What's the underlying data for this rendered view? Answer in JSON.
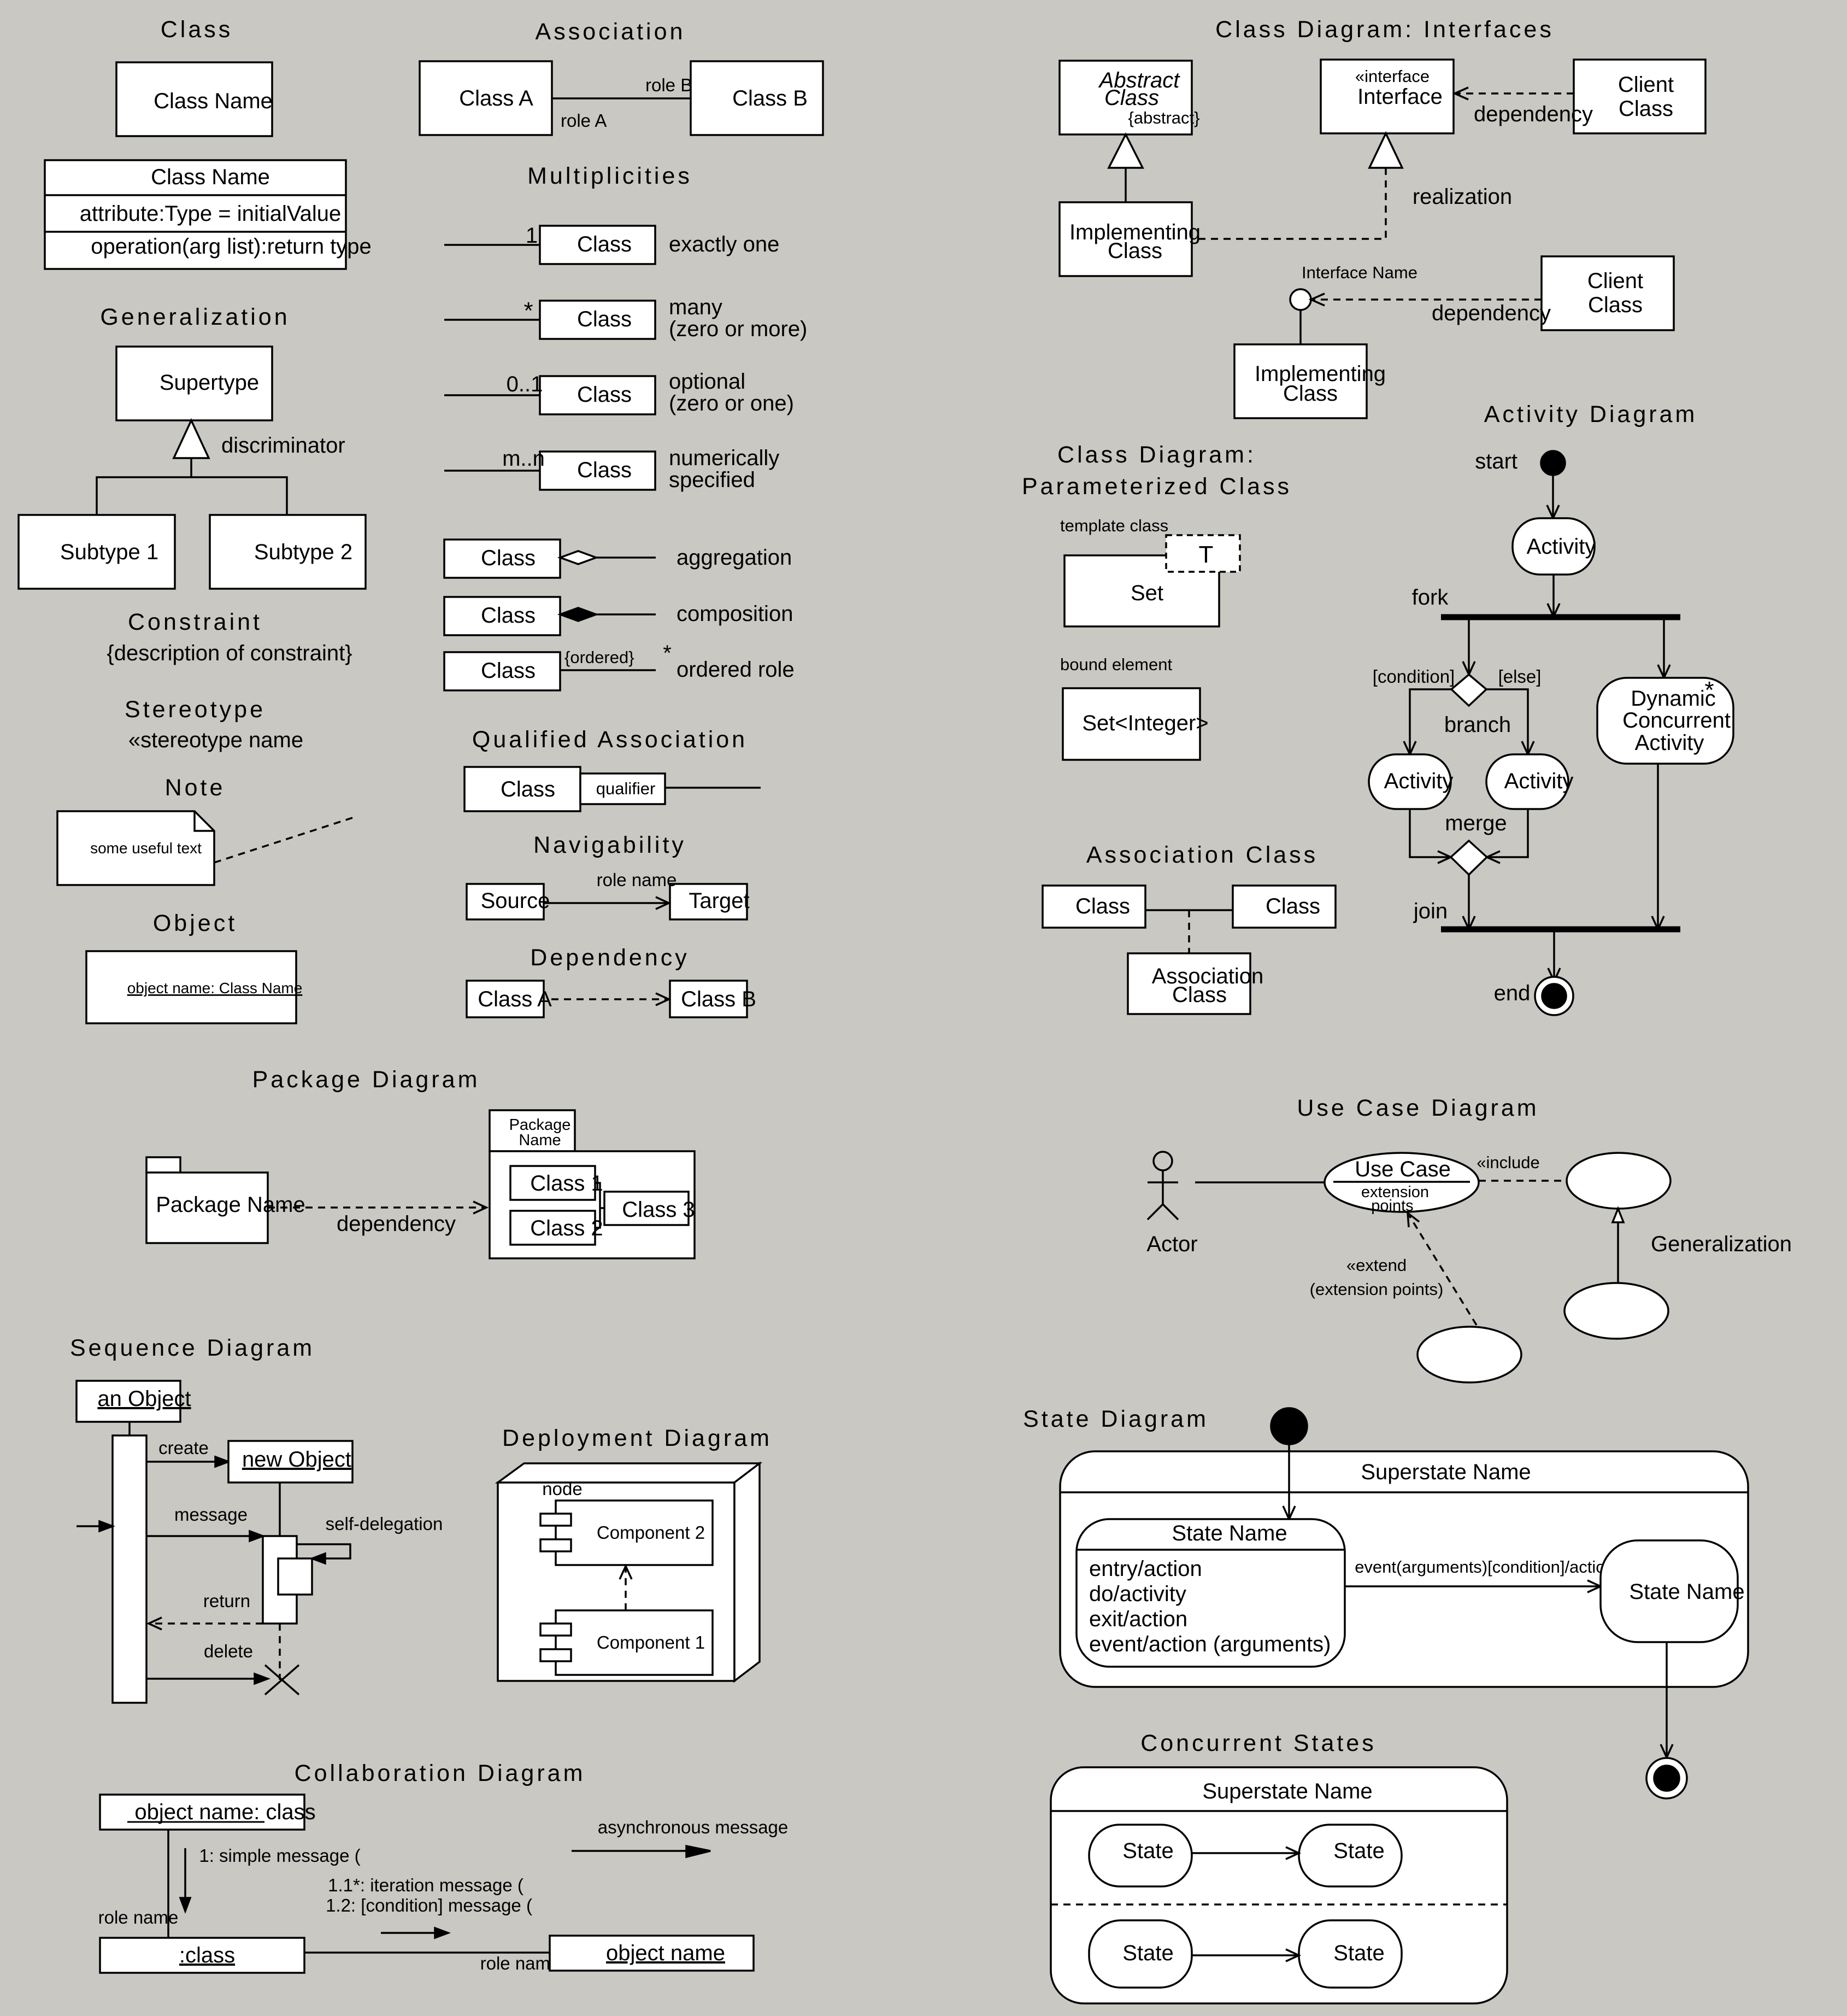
{
  "titles": {
    "class": "Class",
    "association": "Association",
    "interfaces": "Class Diagram: Interfaces",
    "multiplicities": "Multiplicities",
    "generalization": "Generalization",
    "constraint": "Constraint",
    "stereotype": "Stereotype",
    "note": "Note",
    "object": "Object",
    "qualified_association": "Qualified Association",
    "navigability": "Navigability",
    "dependency": "Dependency",
    "param_class_1": "Class Diagram:",
    "param_class_2": "Parameterized Class",
    "activity": "Activity Diagram",
    "association_class": "Association Class",
    "package": "Package Diagram",
    "use_case": "Use Case Diagram",
    "sequence": "Sequence Diagram",
    "deployment": "Deployment Diagram",
    "state": "State Diagram",
    "concurrent": "Concurrent States",
    "collaboration": "Collaboration Diagram"
  },
  "cls": {
    "simple": "Class Name",
    "name": "Class Name",
    "attribute": "attribute:Type = initialValue",
    "operation": "operation(arg list):return type"
  },
  "assoc": {
    "a": "Class A",
    "b": "Class B",
    "role_a": "role A",
    "role_b": "role B"
  },
  "gen": {
    "super": "Supertype",
    "discriminator": "discriminator",
    "sub1": "Subtype 1",
    "sub2": "Subtype 2"
  },
  "constraint_text": "{description of constraint}",
  "stereotype_text": "«stereotype name",
  "note_text": "some useful text",
  "object_text": "object name: Class Name",
  "mult": {
    "class": "Class",
    "m1": "1",
    "d1": "exactly one",
    "m2": "*",
    "d2a": "many",
    "d2b": "(zero or more)",
    "m3": "0..1",
    "d3a": "optional",
    "d3b": "(zero or one)",
    "m4": "m..n",
    "d4a": "numerically",
    "d4b": "specified",
    "aggregation": "aggregation",
    "composition": "composition",
    "ordered": "{ordered}",
    "star": "*",
    "ordered_role": "ordered role"
  },
  "qualified": {
    "class": "Class",
    "qualifier": "qualifier"
  },
  "nav": {
    "source": "Source",
    "target": "Target",
    "role": "role name"
  },
  "dep": {
    "a": "Class A",
    "b": "Class B"
  },
  "iface": {
    "abstract_1": "Abstract",
    "abstract_2": "Class",
    "abstract_tag": "{abstract}",
    "stereo": "«interface",
    "name": "Interface",
    "client_1": "Client",
    "client_2": "Class",
    "dependency": "dependency",
    "realization": "realization",
    "impl_1": "Implementing",
    "impl_2": "Class",
    "lollipop": "Interface Name"
  },
  "param": {
    "template_label": "template class",
    "t": "T",
    "set": "Set",
    "bound_label": "bound element",
    "bound": "Set<Integer>"
  },
  "assoc_class": {
    "left": "Class",
    "right": "Class",
    "ac_1": "Association",
    "ac_2": "Class"
  },
  "activity": {
    "start": "start",
    "activity": "Activity",
    "fork": "fork",
    "condition": "[condition]",
    "else": "[else]",
    "branch": "branch",
    "dyn_star": "*",
    "dyn_1": "Dynamic",
    "dyn_2": "Concurrent",
    "dyn_3": "Activity",
    "merge": "merge",
    "join": "join",
    "end": "end"
  },
  "package": {
    "name": "Package Name",
    "dependency": "dependency",
    "tab_1": "Package",
    "tab_2": "Name",
    "c1": "Class 1",
    "c2": "Class 2",
    "c3": "Class 3"
  },
  "usecase": {
    "actor": "Actor",
    "use_case": "Use Case",
    "ext_1": "extension",
    "ext_2": "points",
    "include": "«include",
    "generalization": "Generalization",
    "extend": "«extend",
    "ext_points": "(extension points)"
  },
  "sequence": {
    "an_object": "an Object",
    "new_object": "new Object",
    "create": "create",
    "message": "message",
    "self_delegation": "self-delegation",
    "return": "return",
    "delete": "delete"
  },
  "deploy": {
    "node": "node",
    "comp2": "Component 2",
    "comp1": "Component 1"
  },
  "state": {
    "superstate": "Superstate Name",
    "state_name": "State Name",
    "l1": "entry/action",
    "l2": "do/activity",
    "l3": "exit/action",
    "l4": "event/action (arguments)",
    "event": "event(arguments)[condition]/action",
    "state_name2": "State Name"
  },
  "concurrent": {
    "superstate": "Superstate Name",
    "state": "State"
  },
  "collab": {
    "obj_class": "object name: class",
    "m1": "1: simple message (",
    "role_name": "role name",
    "m11": "1.1*: iteration message (",
    "m12": "1.2: [condition] message (",
    "cls": ":class",
    "role_name2": "role name",
    "obj_name": "object name",
    "async": "asynchronous message"
  }
}
